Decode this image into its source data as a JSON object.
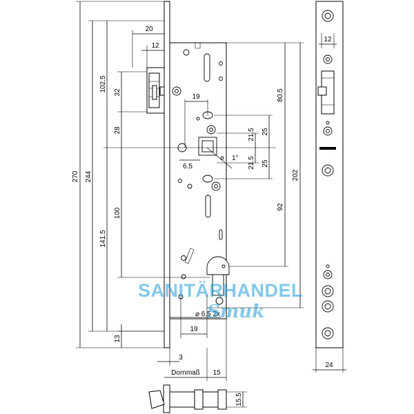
{
  "drawing": {
    "dimensions": {
      "total_height": "270",
      "front_to_bottom": "244",
      "to_handle_spindle": "102.5",
      "latch_height": "32",
      "latch_to_spindle": "28",
      "spindle_to_cylinder_left": "100",
      "cylinder_from_bottom": "141.5",
      "bottom_offset": "13",
      "backset_top": "20",
      "latch_width": "12",
      "spindle_offset": "19",
      "top_to_upper": "80.5",
      "upper_gap": "25",
      "upper_21_5": "21.5",
      "spindle_angle": "1°",
      "lower_21_5": "21.5",
      "lower_gap": "25",
      "spindle_to_cylinder": "92",
      "mid_height": "202",
      "screw_offset": "6.5",
      "cylinder_hole": "⌀ 6.5 2x",
      "cylinder_offset": "19",
      "faceplate_thickness": "3",
      "dornmass_label": "Dornmaß",
      "case_depth": "15",
      "faceplate_width_top": "12",
      "faceplate_width": "24",
      "bolt_height": "15.5"
    },
    "watermark": {
      "line1": "SANITÄRHANDEL",
      "line2": "Smuk"
    },
    "colors": {
      "lines": "#000000",
      "watermark": "#1e9ad6"
    }
  }
}
